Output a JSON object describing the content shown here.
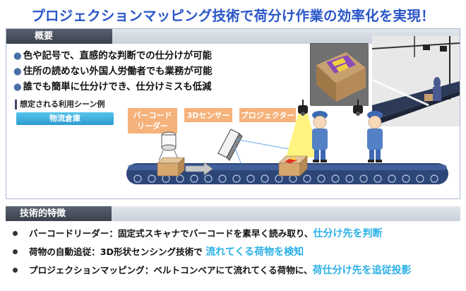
{
  "title": "プロジェクションマッピング技術で荷分け作業の効率化を実現！",
  "overview": {
    "header": "概要",
    "bullets": [
      "色や記号で、直感的な判断での仕分けが可能",
      "住所の読めない外国人労働者でも業務が可能",
      "誰でも簡単に仕分けでき、仕分けミスも低減"
    ],
    "scene_label": "想定される利用シーン例",
    "scene_badge": "物流倉庫"
  },
  "diagram": {
    "label_barcode_line1": "バーコード",
    "label_barcode_line2": "リーダー",
    "label_3d": "3Dセンサー",
    "label_projector": "プロジェクター"
  },
  "features": {
    "header": "技術的特徴",
    "items": [
      {
        "text": "バーコードリーダー：固定式スキャナでバーコードを素早く読み取り、",
        "highlight": "仕分け先を判断"
      },
      {
        "text": "荷物の自動追従：3D形状センシング技術で ",
        "highlight": "流れてくる荷物を検知"
      },
      {
        "text": "プロジェクションマッピング：ベルトコンベアにて流れてくる荷物に、",
        "highlight": "荷仕分け先を追従投影"
      }
    ]
  },
  "colors": {
    "title": "#2a56c8",
    "highlight": "#2ab0e6",
    "badge": "#2f9bd0",
    "label_box": "#f5b27a"
  }
}
